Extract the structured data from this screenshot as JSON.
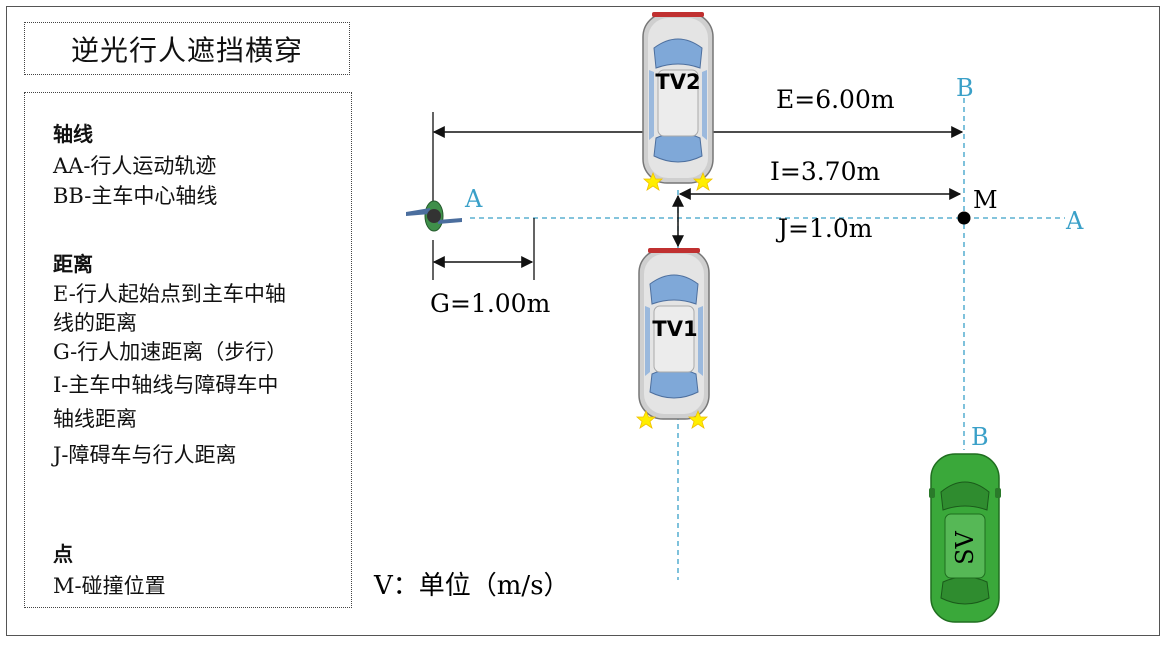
{
  "title": "逆光行人遮挡横穿",
  "legend": {
    "axes_heading": "轴线",
    "axis_aa": "AA-行人运动轨迹",
    "axis_bb": "BB-主车中心轴线",
    "distance_heading": "距离",
    "dist_e_line1": "E-行人起始点到主车中轴",
    "dist_e_line2": "线的距离",
    "dist_g": "G-行人加速距离（步行）",
    "dist_i_line1": "I-主车中轴线与障碍车中",
    "dist_i_line2": "轴线距离",
    "dist_j": "J-障碍车与行人距离",
    "point_heading": "点",
    "point_m": "M-碰撞位置"
  },
  "unit_note": "V：单位（m/s）",
  "diagram": {
    "axis_label_a": "A",
    "axis_label_b": "B",
    "collision_label": "M",
    "dim_e": "E=6.00m",
    "dim_i": "I=3.70m",
    "dim_j": "J=1.0m",
    "dim_g": "G=1.00m",
    "car_tv2": "TV2",
    "car_tv1": "TV1",
    "car_sv": "SV"
  },
  "colors": {
    "axis": "#3aa0c8",
    "tv_body": "#d9d9d9",
    "tv_window": "#7fa8d8",
    "sv_body": "#3aa83a",
    "light": "#ffee00"
  },
  "icons": {
    "pedestrian": "pedestrian-topview-icon",
    "car": "car-topview-icon"
  }
}
